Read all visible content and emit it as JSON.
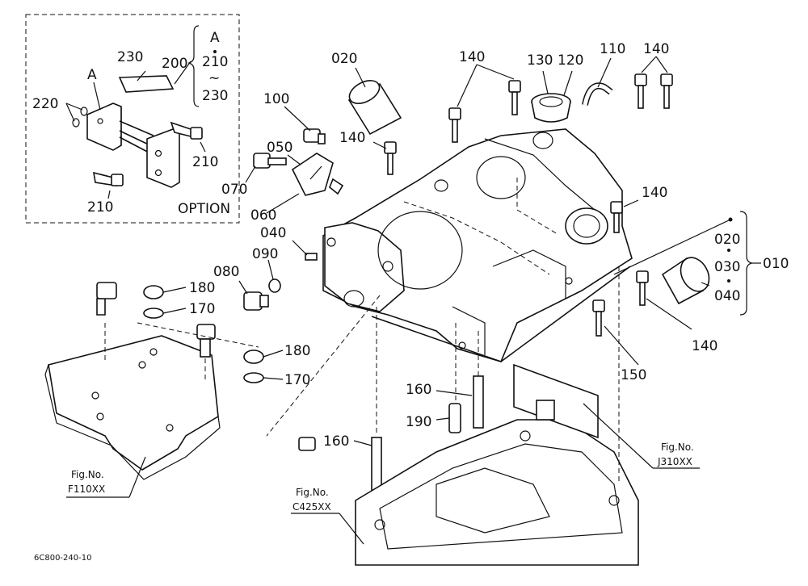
{
  "option_box": {
    "title": "OPTION",
    "marker_A": "A",
    "callout": {
      "parent": "200",
      "range_top": "A",
      "range_mid": "210",
      "range_tilde": "~",
      "range_bottom": "230"
    },
    "labels": [
      "230",
      "220",
      "210",
      "210"
    ]
  },
  "parts": [
    "020",
    "140",
    "130",
    "120",
    "110",
    "140",
    "100",
    "050",
    "140",
    "070",
    "060",
    "040",
    "090",
    "080",
    "180",
    "170",
    "180",
    "170",
    "140",
    "140",
    "150",
    "160",
    "190",
    "160"
  ],
  "assembly_callout": {
    "parent": "010",
    "items": [
      "020",
      "030",
      "040"
    ]
  },
  "references": [
    {
      "prefix": "Fig.No.",
      "code": "F110XX"
    },
    {
      "prefix": "Fig.No.",
      "code": "C425XX"
    },
    {
      "prefix": "Fig.No.",
      "code": "J310XX"
    }
  ],
  "drawing_number": "6C800-240-10"
}
